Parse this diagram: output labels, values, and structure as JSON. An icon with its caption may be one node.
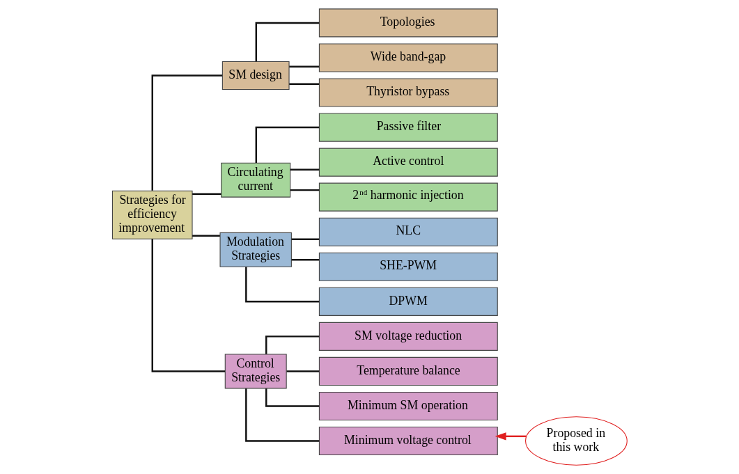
{
  "diagram": {
    "nodes": [
      {
        "text": [
          "Strategies for efficiency improvement"
        ]
      },
      {
        "text": [
          "SM design"
        ]
      },
      {
        "text": [
          "Topologies"
        ]
      },
      {
        "text": [
          "Wide band-gap"
        ]
      },
      {
        "text": [
          "Thyristor bypass"
        ]
      },
      {
        "text": [
          "Circulating current"
        ]
      },
      {
        "text": [
          "Passive filter"
        ]
      },
      {
        "text": [
          "Active control"
        ]
      },
      {
        "text": [
          "2$^{nd}$ harmonic injection"
        ]
      },
      {
        "text": [
          "Modulation Strategies"
        ]
      },
      {
        "text": [
          "NLC"
        ]
      },
      {
        "text": [
          "SHE-PWM"
        ]
      },
      {
        "text": [
          "DPWM"
        ]
      },
      {
        "text": [
          "Control Strategies"
        ]
      },
      {
        "text": [
          "SM voltage reduction"
        ]
      },
      {
        "text": [
          "Temperature balance"
        ]
      },
      {
        "text": [
          "Minimum SM operation"
        ]
      },
      {
        "text": [
          "Minimum voltage control"
        ]
      },
      {
        "text": [
          "Proposed in this work"
        ]
      }
    ],
    "edges": [
      {
        "from": 0,
        "to": 1,
        "arrow": "none"
      },
      {
        "from": 0,
        "to": 5,
        "arrow": "none"
      },
      {
        "from": 0,
        "to": 9,
        "arrow": "none"
      },
      {
        "from": 0,
        "to": 13,
        "arrow": "none"
      },
      {
        "from": 1,
        "to": 2,
        "arrow": "none"
      },
      {
        "from": 1,
        "to": 3,
        "arrow": "none"
      },
      {
        "from": 1,
        "to": 4,
        "arrow": "none"
      },
      {
        "from": 5,
        "to": 6,
        "arrow": "none"
      },
      {
        "from": 5,
        "to": 7,
        "arrow": "none"
      },
      {
        "from": 5,
        "to": 8,
        "arrow": "none"
      },
      {
        "from": 9,
        "to": 10,
        "arrow": "none"
      },
      {
        "from": 9,
        "to": 11,
        "arrow": "none"
      },
      {
        "from": 9,
        "to": 12,
        "arrow": "none"
      },
      {
        "from": 13,
        "to": 14,
        "arrow": "none"
      },
      {
        "from": 13,
        "to": 15,
        "arrow": "none"
      },
      {
        "from": 13,
        "to": 16,
        "arrow": "none"
      },
      {
        "from": 13,
        "to": 17,
        "arrow": "none"
      },
      {
        "from": 18,
        "to": 17,
        "arrow": "to",
        "color": "#e02020"
      }
    ]
  }
}
